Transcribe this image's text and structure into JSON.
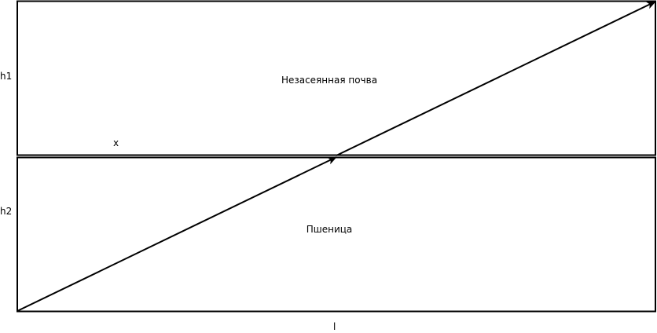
{
  "diagram": {
    "label_h1": "h1",
    "label_h2": "h2",
    "label_x": "x",
    "label_l": "l",
    "top_region_label": "Незасеянная почва",
    "bottom_region_label": "Пшеница",
    "colors": {
      "line": "#000000",
      "background": "#ffffff"
    }
  }
}
